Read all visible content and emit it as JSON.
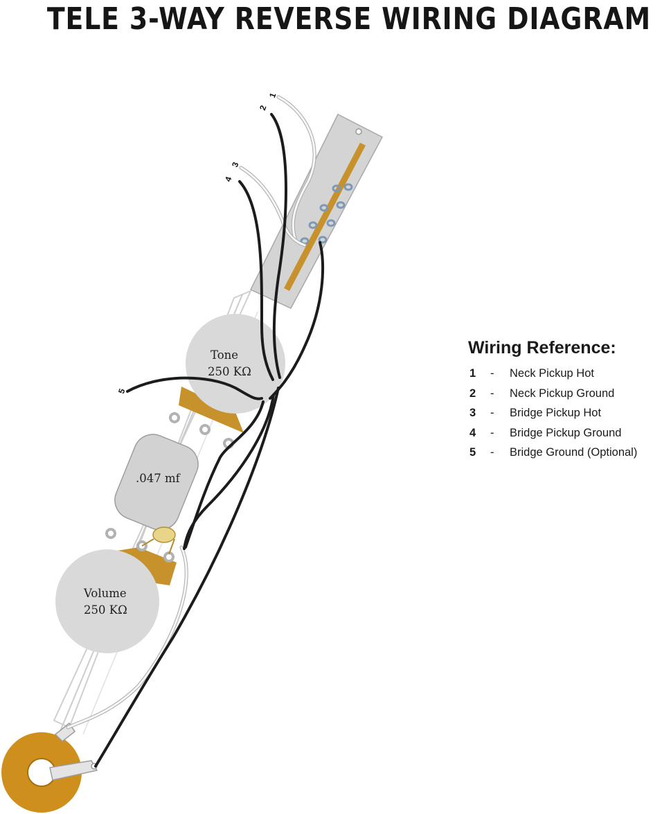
{
  "title": "TELE 3-WAY REVERSE WIRING DIAGRAM",
  "components": {
    "tone_pot": {
      "name": "Tone",
      "value": "250 KΩ"
    },
    "volume_pot": {
      "name": "Volume",
      "value": "250 KΩ"
    },
    "capacitor": {
      "value": ".047 mf"
    }
  },
  "wire_numbers": [
    "1",
    "2",
    "3",
    "4",
    "5"
  ],
  "legend": {
    "title": "Wiring Reference:",
    "items": [
      {
        "num": "1",
        "dash": "-",
        "label": "Neck Pickup Hot"
      },
      {
        "num": "2",
        "dash": "-",
        "label": "Neck Pickup Ground"
      },
      {
        "num": "3",
        "dash": "-",
        "label": "Bridge Pickup Hot"
      },
      {
        "num": "4",
        "dash": "-",
        "label": "Bridge Pickup Ground"
      },
      {
        "num": "5",
        "dash": "-",
        "label": "Bridge Ground (Optional)"
      }
    ]
  },
  "colors": {
    "pot_body": "#d9d9d9",
    "brass": "#c7912b",
    "jack_washer": "#cf8f1c",
    "wire_black": "#1c1c1c",
    "wire_white": "#f6f6f6",
    "switch_plate": "#d4d4d4"
  }
}
